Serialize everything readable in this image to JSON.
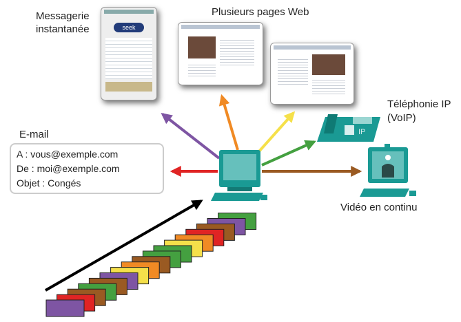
{
  "labels": {
    "im": "Messagerie\ninstantanée",
    "web": "Plusieurs pages Web",
    "email": "E-mail",
    "voip_line1": "Téléphonie IP",
    "voip_line2": "(VoIP)",
    "video": "Vidéo en continu"
  },
  "email": {
    "to": "A : vous@exemple.com",
    "from": "De : moi@exemple.com",
    "subject": "Objet : Congés"
  },
  "phone_badge": "IP",
  "im_logo": "seek",
  "colors": {
    "device": "#1a9a94",
    "purple": "#7e55a3",
    "red": "#e02424",
    "brown": "#9a5a22",
    "green": "#44a040",
    "yellow": "#f5e04a",
    "orange": "#f08a24"
  },
  "packets": [
    "purple",
    "red",
    "brown",
    "green",
    "brown",
    "purple",
    "yellow",
    "orange",
    "brown",
    "green",
    "green",
    "yellow",
    "orange",
    "red",
    "brown",
    "purple",
    "green"
  ]
}
